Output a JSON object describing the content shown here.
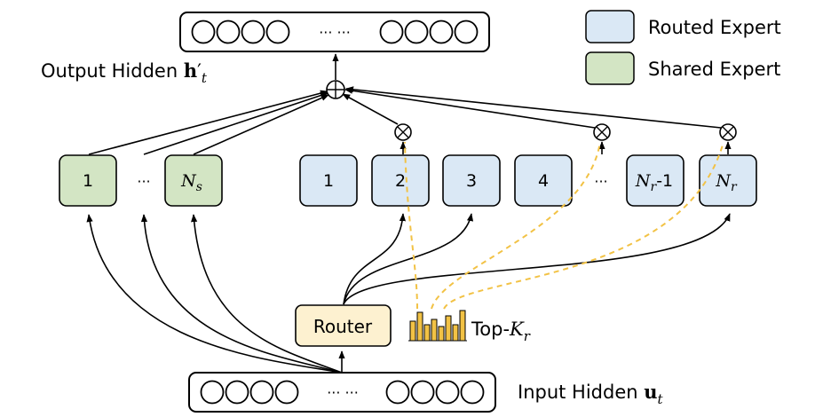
{
  "output_hidden": {
    "label": "Output Hidden ",
    "symbol": "h",
    "prime": "′",
    "sub": "t"
  },
  "input_hidden": {
    "label": "Input Hidden ",
    "symbol": "u",
    "sub": "t"
  },
  "legend": {
    "routed": {
      "label": "Routed Expert",
      "color": "#dae8f5"
    },
    "shared": {
      "label": "Shared Expert",
      "color": "#d3e5c4"
    }
  },
  "vector_ellipsis": "··· ···",
  "shared_experts": [
    {
      "label": "1"
    },
    {
      "label": "",
      "base": "N",
      "sub": "s"
    }
  ],
  "shared_ellipsis": "···",
  "routed_experts": [
    {
      "label": "1"
    },
    {
      "label": "2"
    },
    {
      "label": "3"
    },
    {
      "label": "4"
    },
    {
      "label": "",
      "base": "N",
      "sub": "r",
      "suffix": "-1"
    },
    {
      "label": "",
      "base": "N",
      "sub": "r"
    }
  ],
  "routed_ellipsis": "···",
  "router": {
    "label": "Router",
    "color": "#fdf1d0"
  },
  "topk": {
    "prefix": "Top-",
    "base": "K",
    "sub": "r"
  },
  "colors": {
    "routing_dash": "#f2c245",
    "histogram": "#f2c245"
  }
}
